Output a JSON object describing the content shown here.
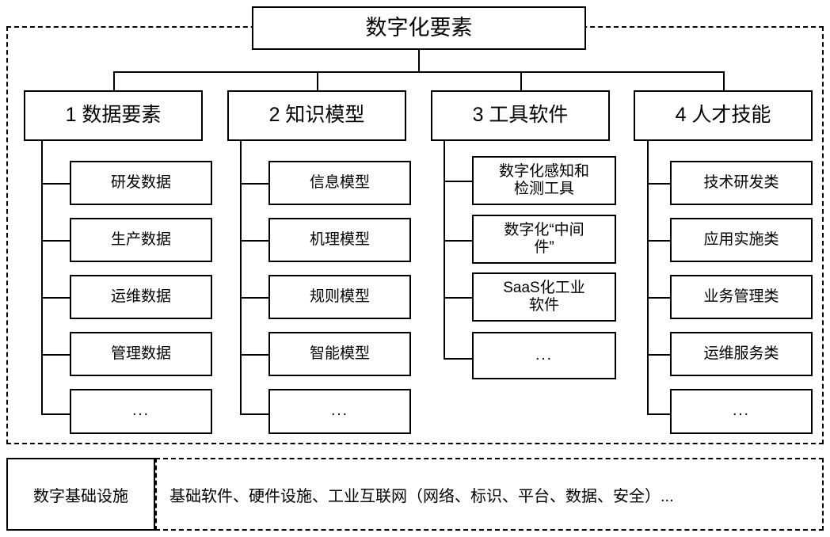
{
  "diagram": {
    "root": {
      "label": "数字化要素"
    },
    "columns": [
      {
        "id": "data-elements",
        "header": "1 数据要素",
        "items": [
          {
            "label": "研发数据"
          },
          {
            "label": "生产数据"
          },
          {
            "label": "运维数据"
          },
          {
            "label": "管理数据"
          },
          {
            "label": "..."
          }
        ]
      },
      {
        "id": "knowledge-models",
        "header": "2 知识模型",
        "items": [
          {
            "label": "信息模型"
          },
          {
            "label": "机理模型"
          },
          {
            "label": "规则模型"
          },
          {
            "label": "智能模型"
          },
          {
            "label": "..."
          }
        ]
      },
      {
        "id": "tool-software",
        "header": "3 工具软件",
        "items": [
          {
            "label": "数字化感知和\n检测工具"
          },
          {
            "label": "数字化“中间\n件”"
          },
          {
            "label": "SaaS化工业\n软件"
          },
          {
            "label": "..."
          }
        ]
      },
      {
        "id": "talent-skills",
        "header": "4 人才技能",
        "items": [
          {
            "label": "技术研发类"
          },
          {
            "label": "应用实施类"
          },
          {
            "label": "业务管理类"
          },
          {
            "label": "运维服务类"
          },
          {
            "label": "..."
          }
        ]
      }
    ],
    "footer": {
      "label": "数字基础设施",
      "content": "基础软件、硬件设施、工业互联网（网络、标识、平台、数据、安全）..."
    },
    "colors": {
      "stroke": "#000000",
      "background": "#ffffff",
      "text": "#000000"
    }
  }
}
